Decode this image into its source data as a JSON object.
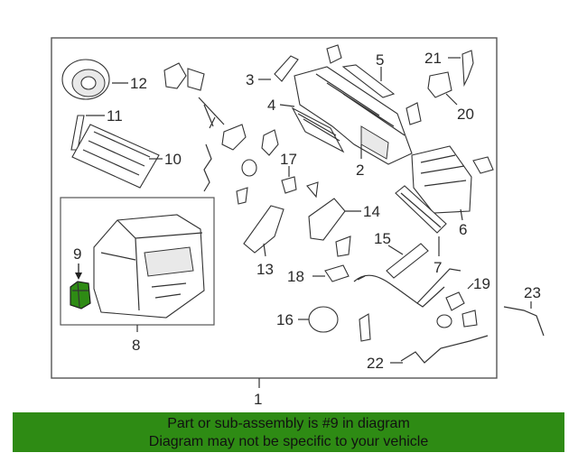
{
  "callouts": {
    "c1": "1",
    "c2": "2",
    "c3": "3",
    "c4": "4",
    "c5": "5",
    "c6": "6",
    "c7": "7",
    "c8": "8",
    "c9": "9",
    "c10": "10",
    "c11": "11",
    "c12": "12",
    "c13": "13",
    "c14": "14",
    "c15": "15",
    "c16": "16",
    "c17": "17",
    "c18": "18",
    "c19": "19",
    "c20": "20",
    "c21": "21",
    "c22": "22",
    "c23": "23"
  },
  "banner": {
    "line1": "Part or sub-assembly is #9 in diagram",
    "line2": "Diagram may not be specific to your vehicle"
  },
  "colors": {
    "highlight": "#2e8b14",
    "banner_bg": "#2e8b14"
  }
}
